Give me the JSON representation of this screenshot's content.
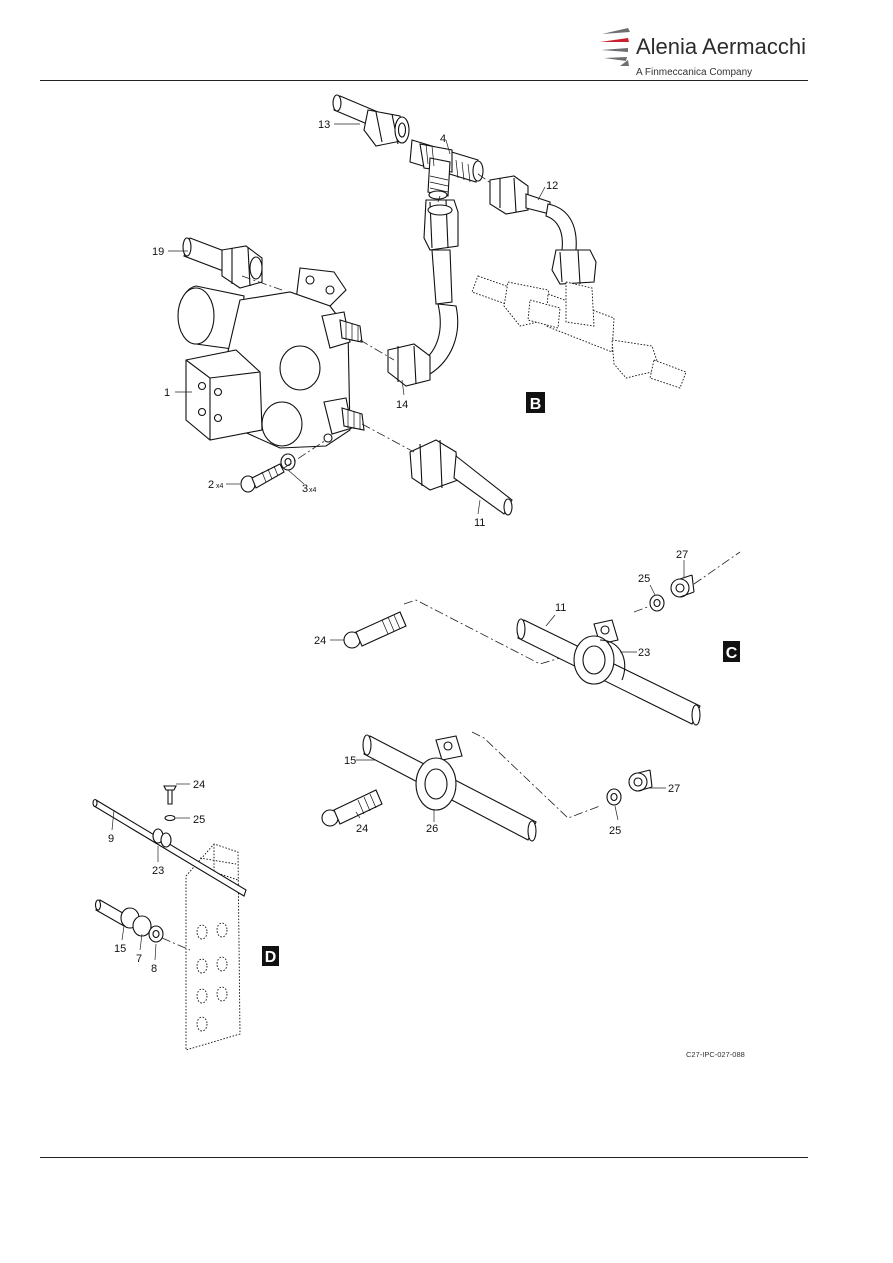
{
  "header": {
    "brand_name": "Alenia Aermacchi",
    "tagline": "A Finmeccanica Company"
  },
  "figure": {
    "reference": "C27-IPC-027-088",
    "views": [
      "B",
      "C",
      "D"
    ],
    "callouts": {
      "c1": "1",
      "c2": "2",
      "c2_qty": "x4",
      "c3": "3",
      "c3_qty": "x4",
      "c4": "4",
      "c11a": "11",
      "c12": "12",
      "c13": "13",
      "c14": "14",
      "c19": "19",
      "c11b": "11",
      "c23a": "23",
      "c24a": "24",
      "c25a": "25",
      "c27a": "27",
      "c15a": "15",
      "c24b": "24",
      "c25b": "25",
      "c26": "26",
      "c27b": "27",
      "c24c": "24",
      "c25c": "25",
      "c9": "9",
      "c23b": "23",
      "c15b": "15",
      "c7": "7",
      "c8": "8"
    }
  },
  "colors": {
    "line": "#111111",
    "paper": "#ffffff",
    "logo_red": "#c8202f",
    "logo_grey": "#6d6e71"
  }
}
